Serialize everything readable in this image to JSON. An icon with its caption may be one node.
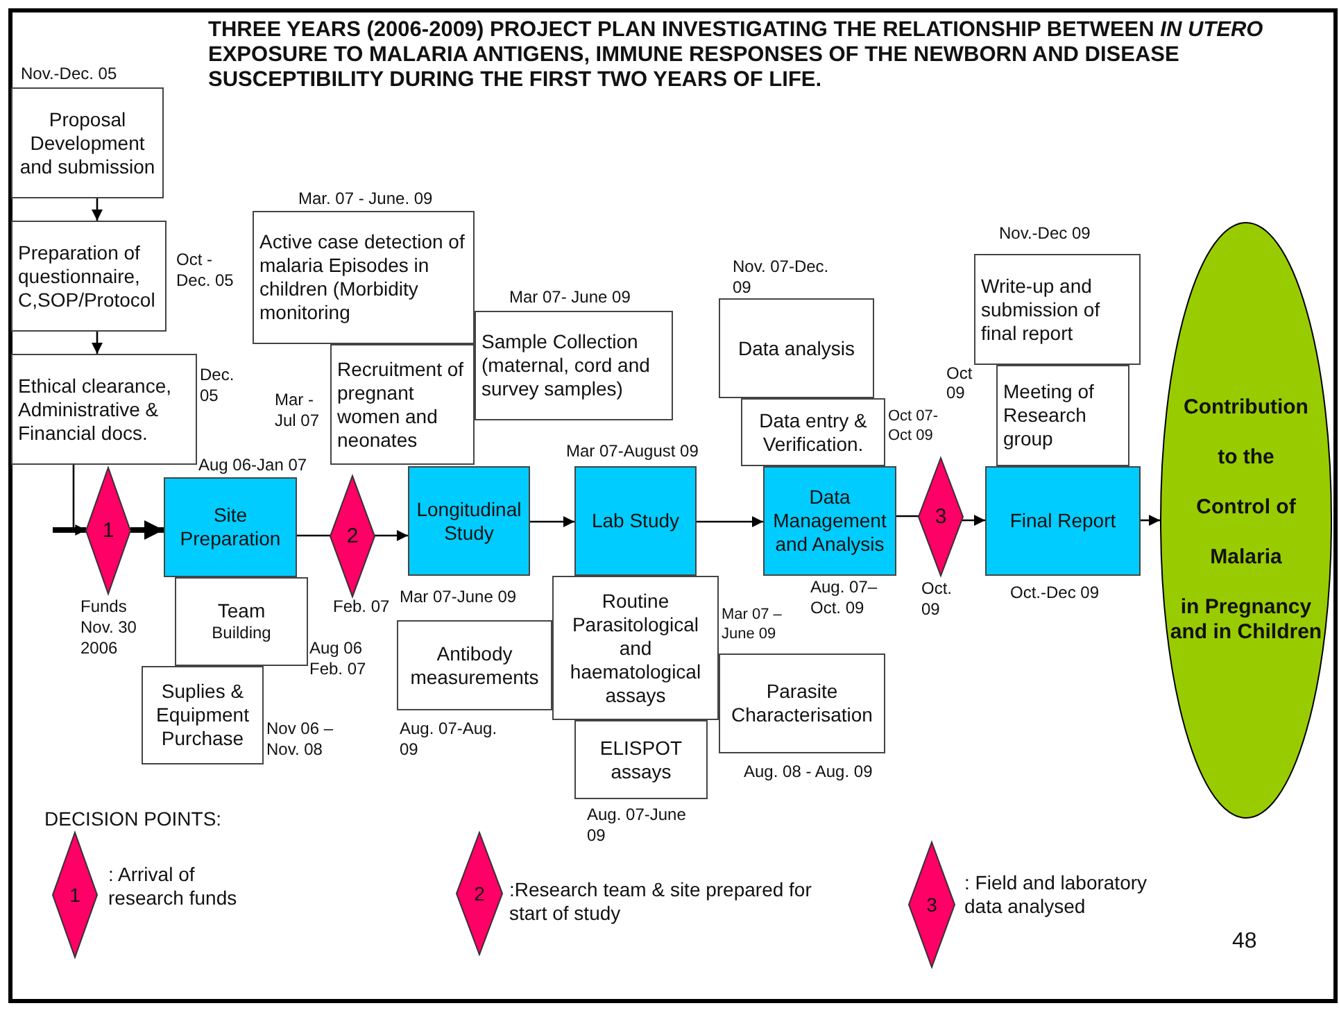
{
  "diagram": {
    "title": "THREE YEARS (2006-2009) PROJECT PLAN INVESTIGATING THE RELATIONSHIP BETWEEN *IN UTERO* EXPOSURE TO MALARIA ANTIGENS, IMMUNE RESPONSES OF THE NEWBORN AND DISEASE SUSCEPTIBILITY DURING THE FIRST TWO YEARS OF LIFE.",
    "nodes": [
      {
        "text": [
          "Proposal Development and submission"
        ],
        "beside": [
          "Nov.-Dec. 05"
        ]
      },
      {
        "text": [
          "Preparation of questionnaire, C,SOP/Protocol"
        ],
        "beside": [
          "Oct - Dec. 05"
        ]
      },
      {
        "text": [
          "Ethical clearance, Administrative & Financial docs."
        ],
        "beside": [
          "Dec. 05"
        ]
      },
      {
        "text": [
          "1"
        ],
        "beside": [
          "Funds Nov. 30 2006"
        ]
      },
      {
        "text": [
          "Site Preparation"
        ],
        "beside": [
          "Aug 06-Jan 07"
        ]
      },
      {
        "text": [
          "Team",
          "Building"
        ],
        "beside": [
          "Aug 06 Feb. 07"
        ]
      },
      {
        "text": [
          "Suplies & Equipment Purchase"
        ],
        "beside": [
          "Nov 06 – Nov. 08"
        ]
      },
      {
        "text": [
          "2"
        ],
        "beside": [
          "Feb. 07"
        ]
      },
      {
        "text": [
          "Active case detection of malaria Episodes in children (Morbidity monitoring"
        ],
        "beside": [
          "Mar. 07 - June. 09"
        ]
      },
      {
        "text": [
          "Recruitment of pregnant women and neonates"
        ],
        "beside": [
          "Mar - Jul 07"
        ]
      },
      {
        "text": [
          "Sample Collection (maternal, cord and survey samples)"
        ],
        "beside": [
          "Mar 07- June 09"
        ]
      },
      {
        "text": [
          "Longitudinal Study"
        ],
        "beside": [
          "Mar 07-June 09"
        ]
      },
      {
        "text": [
          "Antibody measurements"
        ],
        "beside": [
          "Aug. 07-Aug. 09"
        ]
      },
      {
        "text": [
          "Lab Study"
        ],
        "beside": [
          "Mar 07-August 09"
        ]
      },
      {
        "text": [
          "Routine Parasitological and haematological assays"
        ],
        "beside": [
          "Mar 07 – June 09"
        ]
      },
      {
        "text": [
          "ELISPOT assays"
        ],
        "beside": [
          "Aug. 07-June 09"
        ]
      },
      {
        "text": [
          "Parasite Characterisation"
        ],
        "beside": [
          "Aug. 08 - Aug. 09"
        ]
      },
      {
        "text": [
          "Data analysis"
        ],
        "beside": [
          "Nov. 07-Dec. 09"
        ]
      },
      {
        "text": [
          "Data entry & Verification."
        ],
        "beside": [
          "Oct 07- Oct 09"
        ]
      },
      {
        "text": [
          "Data Management and Analysis"
        ],
        "beside": [
          "Aug. 07– Oct. 09"
        ]
      },
      {
        "text": [
          "3"
        ],
        "beside": [
          "Oct. 09"
        ]
      },
      {
        "text": [
          "Write-up and submission of final report"
        ],
        "beside": [
          "Nov.-Dec 09"
        ]
      },
      {
        "text": [
          "Meeting of Research group"
        ]
      },
      {
        "text": [
          "Final Report"
        ],
        "beside": [
          "Oct.-Dec 09"
        ]
      },
      {
        "text": [
          "Contribution",
          "to the",
          "Control of",
          "Malaria",
          "in Pregnancy and in Children"
        ]
      },
      {
        "text": [
          "1"
        ],
        "beside": [
          ": Arrival of research funds"
        ]
      },
      {
        "text": [
          "2"
        ],
        "beside": [
          ":Research team & site prepared for start of study"
        ]
      },
      {
        "text": [
          "3"
        ],
        "beside": [
          ": Field and laboratory data analysed"
        ]
      }
    ],
    "edges": [
      {
        "from": 0,
        "to": 1,
        "arrow": "to"
      },
      {
        "from": 1,
        "to": 2,
        "arrow": "to"
      },
      {
        "from": 2,
        "to": 3,
        "arrow": "to"
      },
      {
        "from": null,
        "to": 3,
        "arrow": "none",
        "style": "thick"
      },
      {
        "from": 3,
        "to": 4,
        "arrow": "to",
        "style": "thick"
      },
      {
        "from": 4,
        "to": 7,
        "arrow": "none"
      },
      {
        "from": 7,
        "to": 11,
        "arrow": "to"
      },
      {
        "from": 11,
        "to": 13,
        "arrow": "to"
      },
      {
        "from": 13,
        "to": 19,
        "arrow": "to"
      },
      {
        "from": 19,
        "to": 20,
        "arrow": "none"
      },
      {
        "from": 20,
        "to": 23,
        "arrow": "to"
      },
      {
        "from": 23,
        "to": 24,
        "arrow": "to"
      }
    ],
    "labels": [
      "Oct 09",
      "DECISION POINTS:",
      "48"
    ]
  }
}
